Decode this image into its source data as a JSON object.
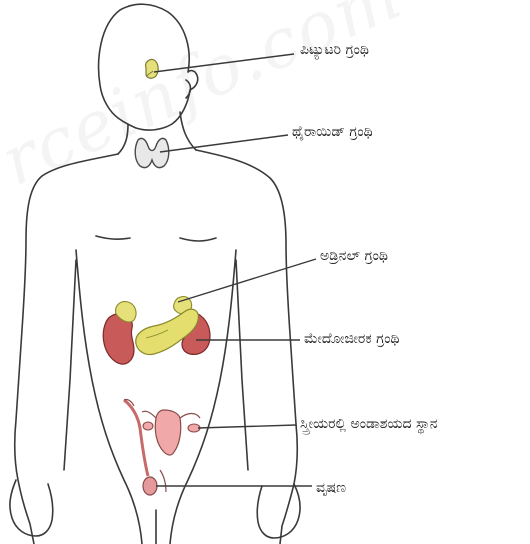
{
  "watermark": "rceinfo.com",
  "labels": {
    "pituitary": "ಪಿಟ್ಯುಟರಿ ಗ್ರಂಥಿ",
    "thyroid": "ಥೈರಾಯಿಡ್ ಗ್ರಂಥಿ",
    "adrenal": "ಅಡ್ರಿನಲ್ ಗ್ರಂಥಿ",
    "pancreas": "ಮೇದೋಜೀರಕ ಗ್ರಂಥಿ",
    "ovary": "ಸ್ತ್ರೀಯರಲ್ಲಿ ಅಂಡಾಶಯದ ಸ್ಥಾನ",
    "testis": "ವೃಷಣ"
  },
  "colors": {
    "outline": "#3a3a3a",
    "kidney": "#c85a5a",
    "adrenal": "#e6e07a",
    "pancreas": "#e4de6e",
    "thyroid": "#e8e8e8",
    "uterus": "#f0a8a8",
    "testis": "#e49a9a"
  }
}
